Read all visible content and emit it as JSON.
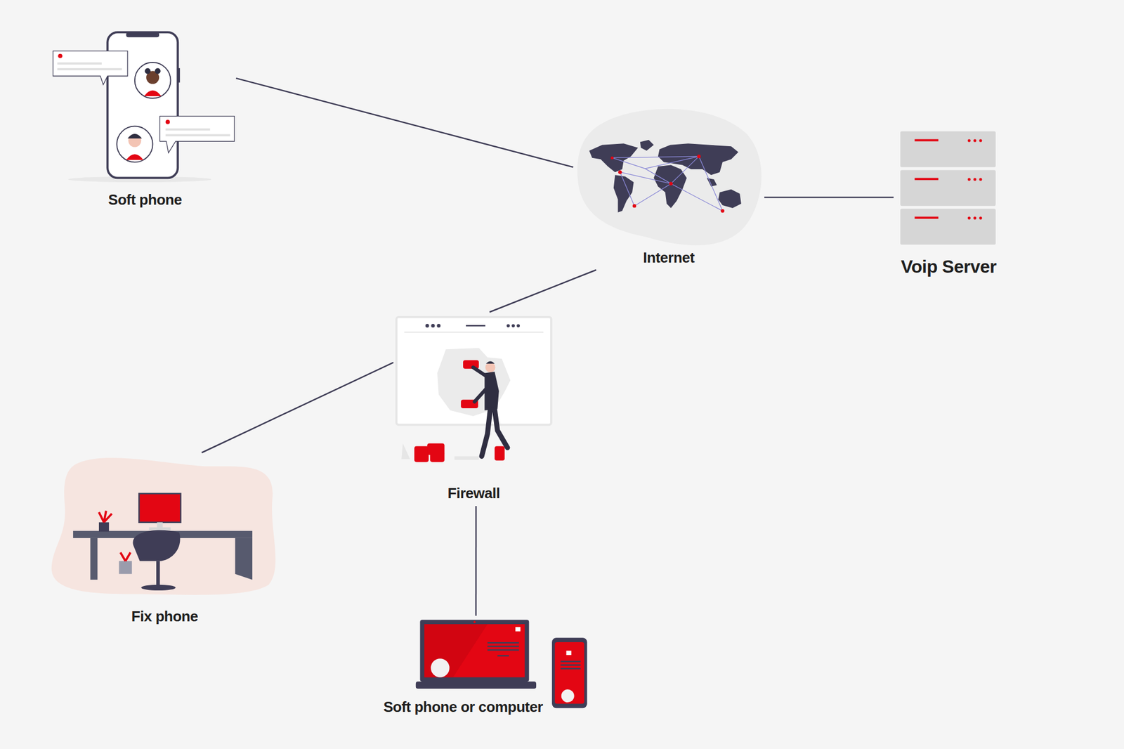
{
  "diagram": {
    "nodes": [
      {
        "text": [
          "Soft phone"
        ]
      },
      {
        "text": [
          "Internet"
        ]
      },
      {
        "text": [
          "Voip Server"
        ]
      },
      {
        "text": [
          "Firewall"
        ]
      },
      {
        "text": [
          "Fix phone"
        ]
      },
      {
        "text": [
          "Soft phone or computer"
        ]
      }
    ],
    "edges": [
      {
        "from": 0,
        "to": 1,
        "arrow": "none"
      },
      {
        "from": 1,
        "to": 2,
        "arrow": "none"
      },
      {
        "from": 1,
        "to": 3,
        "arrow": "none"
      },
      {
        "from": 3,
        "to": 4,
        "arrow": "none"
      },
      {
        "from": 3,
        "to": 5,
        "arrow": "none"
      }
    ]
  }
}
